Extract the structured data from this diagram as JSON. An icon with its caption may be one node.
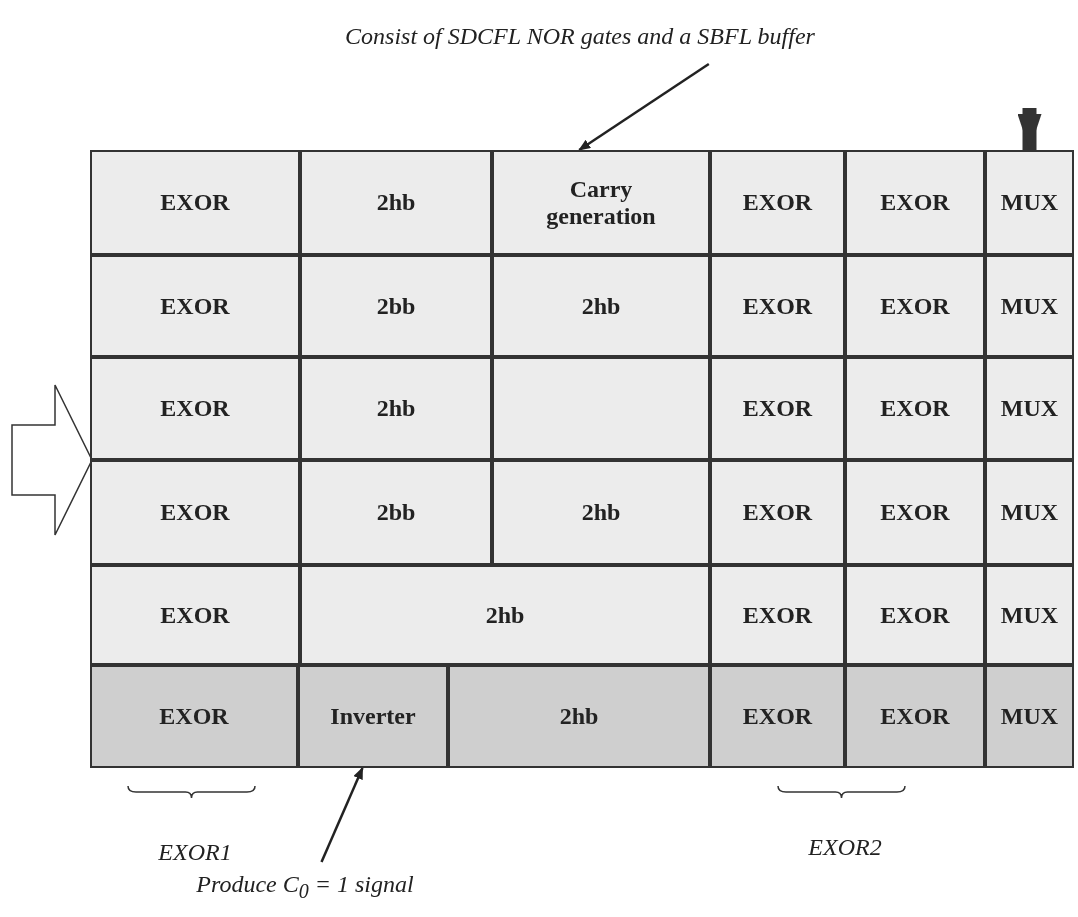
{
  "diagram": {
    "nodes": [
      {
        "text": [
          "Consist of SDCFL NOR gates and a SBFL buffer"
        ]
      },
      {
        "text": [
          "EXOR"
        ]
      },
      {
        "text": [
          "2hb"
        ]
      },
      {
        "text": [
          "Carry generation"
        ]
      },
      {
        "text": [
          "EXOR"
        ]
      },
      {
        "text": [
          "EXOR"
        ]
      },
      {
        "text": [
          "MUX"
        ]
      },
      {
        "text": [
          "EXOR"
        ]
      },
      {
        "text": [
          "2bb"
        ]
      },
      {
        "text": [
          "2hb"
        ]
      },
      {
        "text": [
          "EXOR"
        ]
      },
      {
        "text": [
          "EXOR"
        ]
      },
      {
        "text": [
          "MUX"
        ]
      },
      {
        "text": [
          "EXOR"
        ]
      },
      {
        "text": [
          "2hb"
        ]
      },
      {
        "text": [],
        "shape": "box"
      },
      {
        "text": [
          "EXOR"
        ]
      },
      {
        "text": [
          "EXOR"
        ]
      },
      {
        "text": [
          "MUX"
        ]
      },
      {
        "text": [
          "EXOR"
        ]
      },
      {
        "text": [
          "2bb"
        ]
      },
      {
        "text": [
          "2hb"
        ]
      },
      {
        "text": [
          "EXOR"
        ]
      },
      {
        "text": [
          "EXOR"
        ]
      },
      {
        "text": [
          "MUX"
        ]
      },
      {
        "text": [
          "EXOR"
        ]
      },
      {
        "text": [
          "2hb"
        ]
      },
      {
        "text": [
          "EXOR"
        ]
      },
      {
        "text": [
          "EXOR"
        ]
      },
      {
        "text": [
          "MUX"
        ]
      },
      {
        "text": [
          "EXOR"
        ]
      },
      {
        "text": [
          "Inverter"
        ]
      },
      {
        "text": [
          "2hb"
        ]
      },
      {
        "text": [
          "EXOR"
        ]
      },
      {
        "text": [
          "EXOR"
        ]
      },
      {
        "text": [
          "MUX"
        ]
      },
      {
        "text": [
          "Produce C$_{0}$ = 1 signal"
        ]
      }
    ],
    "edges": [
      {
        "from": 0,
        "to": 3,
        "arrow": "to"
      },
      {
        "from": 36,
        "to": 31,
        "arrow": "to"
      },
      {
        "from": null,
        "to": 6,
        "arrow": "to",
        "style": "thick"
      }
    ],
    "labels": [
      "EXOR1",
      "EXOR2"
    ]
  }
}
